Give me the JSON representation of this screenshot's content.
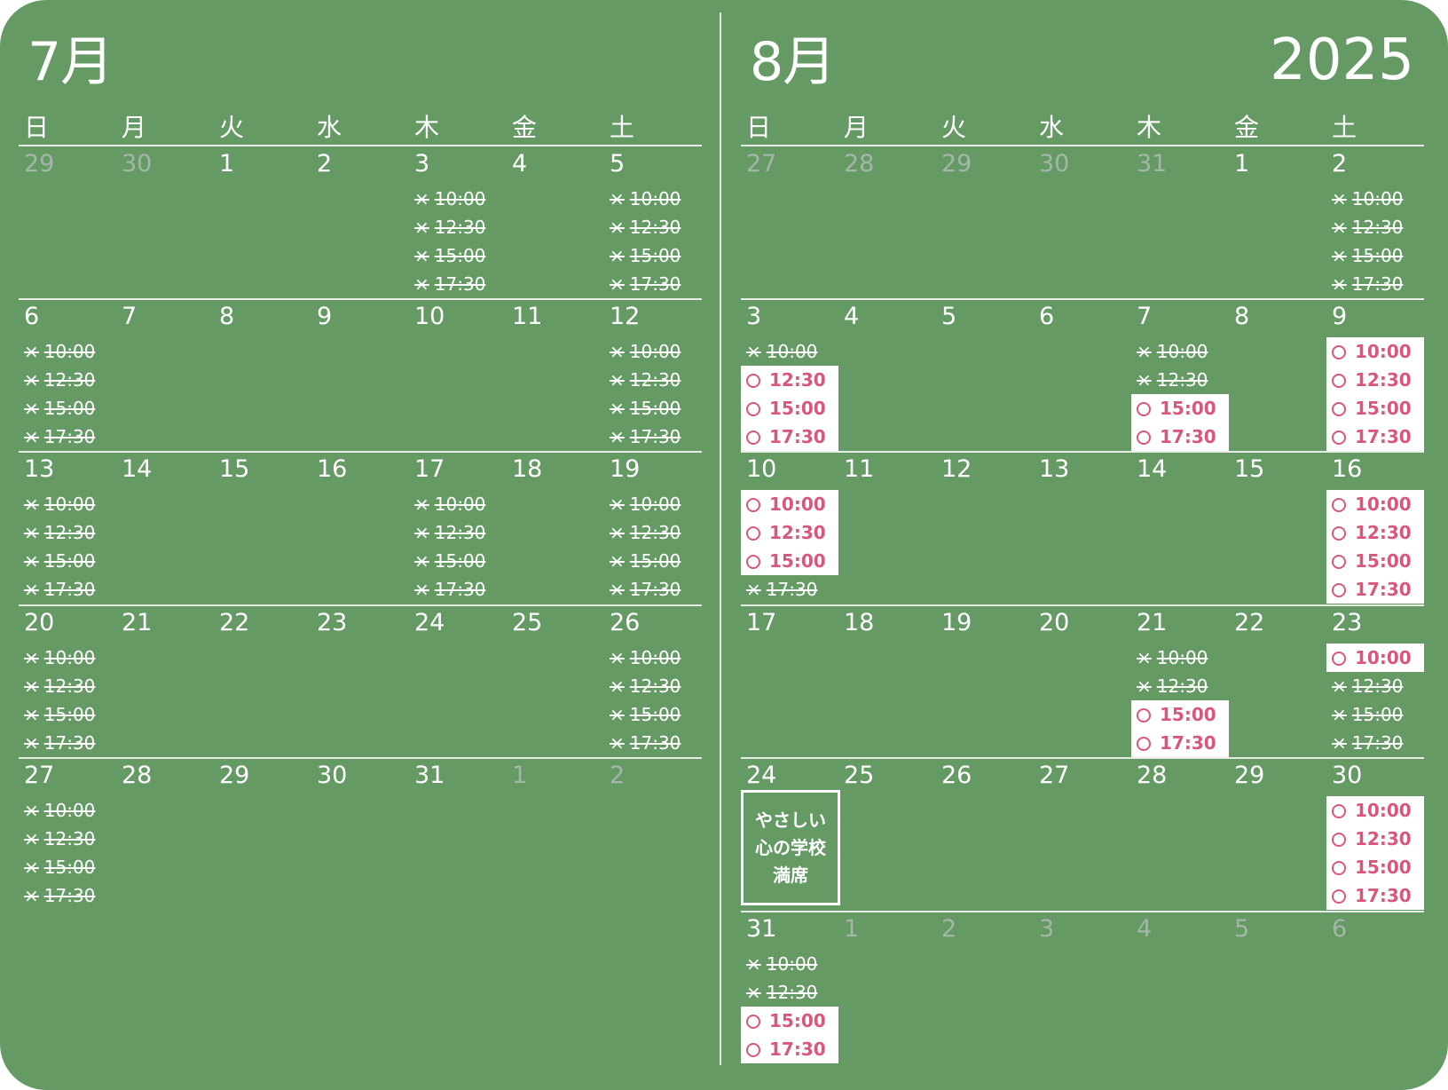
{
  "year": "2025",
  "weekdays": [
    "日",
    "月",
    "火",
    "水",
    "木",
    "金",
    "土"
  ],
  "months": [
    {
      "title": "7月",
      "weeks": [
        [
          {
            "day": "29",
            "other": true
          },
          {
            "day": "30",
            "other": true
          },
          {
            "day": "1"
          },
          {
            "day": "2"
          },
          {
            "day": "3",
            "slots": [
              {
                "t": "10:00",
                "s": "full"
              },
              {
                "t": "12:30",
                "s": "full"
              },
              {
                "t": "15:00",
                "s": "full"
              },
              {
                "t": "17:30",
                "s": "full"
              }
            ]
          },
          {
            "day": "4"
          },
          {
            "day": "5",
            "slots": [
              {
                "t": "10:00",
                "s": "full"
              },
              {
                "t": "12:30",
                "s": "full"
              },
              {
                "t": "15:00",
                "s": "full"
              },
              {
                "t": "17:30",
                "s": "full"
              }
            ]
          }
        ],
        [
          {
            "day": "6",
            "slots": [
              {
                "t": "10:00",
                "s": "full"
              },
              {
                "t": "12:30",
                "s": "full"
              },
              {
                "t": "15:00",
                "s": "full"
              },
              {
                "t": "17:30",
                "s": "full"
              }
            ]
          },
          {
            "day": "7"
          },
          {
            "day": "8"
          },
          {
            "day": "9"
          },
          {
            "day": "10"
          },
          {
            "day": "11"
          },
          {
            "day": "12",
            "slots": [
              {
                "t": "10:00",
                "s": "full"
              },
              {
                "t": "12:30",
                "s": "full"
              },
              {
                "t": "15:00",
                "s": "full"
              },
              {
                "t": "17:30",
                "s": "full"
              }
            ]
          }
        ],
        [
          {
            "day": "13",
            "slots": [
              {
                "t": "10:00",
                "s": "full"
              },
              {
                "t": "12:30",
                "s": "full"
              },
              {
                "t": "15:00",
                "s": "full"
              },
              {
                "t": "17:30",
                "s": "full"
              }
            ]
          },
          {
            "day": "14"
          },
          {
            "day": "15"
          },
          {
            "day": "16"
          },
          {
            "day": "17",
            "slots": [
              {
                "t": "10:00",
                "s": "full"
              },
              {
                "t": "12:30",
                "s": "full"
              },
              {
                "t": "15:00",
                "s": "full"
              },
              {
                "t": "17:30",
                "s": "full"
              }
            ]
          },
          {
            "day": "18"
          },
          {
            "day": "19",
            "slots": [
              {
                "t": "10:00",
                "s": "full"
              },
              {
                "t": "12:30",
                "s": "full"
              },
              {
                "t": "15:00",
                "s": "full"
              },
              {
                "t": "17:30",
                "s": "full"
              }
            ]
          }
        ],
        [
          {
            "day": "20",
            "slots": [
              {
                "t": "10:00",
                "s": "full"
              },
              {
                "t": "12:30",
                "s": "full"
              },
              {
                "t": "15:00",
                "s": "full"
              },
              {
                "t": "17:30",
                "s": "full"
              }
            ]
          },
          {
            "day": "21"
          },
          {
            "day": "22"
          },
          {
            "day": "23"
          },
          {
            "day": "24"
          },
          {
            "day": "25"
          },
          {
            "day": "26",
            "slots": [
              {
                "t": "10:00",
                "s": "full"
              },
              {
                "t": "12:30",
                "s": "full"
              },
              {
                "t": "15:00",
                "s": "full"
              },
              {
                "t": "17:30",
                "s": "full"
              }
            ]
          }
        ],
        [
          {
            "day": "27",
            "slots": [
              {
                "t": "10:00",
                "s": "full"
              },
              {
                "t": "12:30",
                "s": "full"
              },
              {
                "t": "15:00",
                "s": "full"
              },
              {
                "t": "17:30",
                "s": "full"
              }
            ]
          },
          {
            "day": "28"
          },
          {
            "day": "29"
          },
          {
            "day": "30"
          },
          {
            "day": "31"
          },
          {
            "day": "1",
            "other": true
          },
          {
            "day": "2",
            "other": true
          }
        ]
      ]
    },
    {
      "title": "8月",
      "weeks": [
        [
          {
            "day": "27",
            "other": true
          },
          {
            "day": "28",
            "other": true
          },
          {
            "day": "29",
            "other": true
          },
          {
            "day": "30",
            "other": true
          },
          {
            "day": "31",
            "other": true
          },
          {
            "day": "1"
          },
          {
            "day": "2",
            "slots": [
              {
                "t": "10:00",
                "s": "full"
              },
              {
                "t": "12:30",
                "s": "full"
              },
              {
                "t": "15:00",
                "s": "full"
              },
              {
                "t": "17:30",
                "s": "full"
              }
            ]
          }
        ],
        [
          {
            "day": "3",
            "slots": [
              {
                "t": "10:00",
                "s": "full"
              },
              {
                "t": "12:30",
                "s": "open"
              },
              {
                "t": "15:00",
                "s": "open"
              },
              {
                "t": "17:30",
                "s": "open"
              }
            ]
          },
          {
            "day": "4"
          },
          {
            "day": "5"
          },
          {
            "day": "6"
          },
          {
            "day": "7",
            "slots": [
              {
                "t": "10:00",
                "s": "full"
              },
              {
                "t": "12:30",
                "s": "full"
              },
              {
                "t": "15:00",
                "s": "open"
              },
              {
                "t": "17:30",
                "s": "open"
              }
            ]
          },
          {
            "day": "8"
          },
          {
            "day": "9",
            "slots": [
              {
                "t": "10:00",
                "s": "open"
              },
              {
                "t": "12:30",
                "s": "open"
              },
              {
                "t": "15:00",
                "s": "open"
              },
              {
                "t": "17:30",
                "s": "open"
              }
            ]
          }
        ],
        [
          {
            "day": "10",
            "slots": [
              {
                "t": "10:00",
                "s": "open"
              },
              {
                "t": "12:30",
                "s": "open"
              },
              {
                "t": "15:00",
                "s": "open"
              },
              {
                "t": "17:30",
                "s": "full"
              }
            ]
          },
          {
            "day": "11"
          },
          {
            "day": "12"
          },
          {
            "day": "13"
          },
          {
            "day": "14"
          },
          {
            "day": "15"
          },
          {
            "day": "16",
            "slots": [
              {
                "t": "10:00",
                "s": "open"
              },
              {
                "t": "12:30",
                "s": "open"
              },
              {
                "t": "15:00",
                "s": "open"
              },
              {
                "t": "17:30",
                "s": "open"
              }
            ]
          }
        ],
        [
          {
            "day": "17"
          },
          {
            "day": "18"
          },
          {
            "day": "19"
          },
          {
            "day": "20"
          },
          {
            "day": "21",
            "slots": [
              {
                "t": "10:00",
                "s": "full"
              },
              {
                "t": "12:30",
                "s": "full"
              },
              {
                "t": "15:00",
                "s": "open"
              },
              {
                "t": "17:30",
                "s": "open"
              }
            ]
          },
          {
            "day": "22"
          },
          {
            "day": "23",
            "slots": [
              {
                "t": "10:00",
                "s": "open"
              },
              {
                "t": "12:30",
                "s": "full"
              },
              {
                "t": "15:00",
                "s": "full"
              },
              {
                "t": "17:30",
                "s": "full"
              }
            ]
          }
        ],
        [
          {
            "day": "24",
            "event": "やさしい\n心の学校\n満席"
          },
          {
            "day": "25"
          },
          {
            "day": "26"
          },
          {
            "day": "27"
          },
          {
            "day": "28"
          },
          {
            "day": "29"
          },
          {
            "day": "30",
            "slots": [
              {
                "t": "10:00",
                "s": "open"
              },
              {
                "t": "12:30",
                "s": "open"
              },
              {
                "t": "15:00",
                "s": "open"
              },
              {
                "t": "17:30",
                "s": "open"
              }
            ]
          }
        ],
        [
          {
            "day": "31",
            "slots": [
              {
                "t": "10:00",
                "s": "full"
              },
              {
                "t": "12:30",
                "s": "full"
              },
              {
                "t": "15:00",
                "s": "open"
              },
              {
                "t": "17:30",
                "s": "open"
              }
            ]
          },
          {
            "day": "1",
            "other": true
          },
          {
            "day": "2",
            "other": true
          },
          {
            "day": "3",
            "other": true
          },
          {
            "day": "4",
            "other": true
          },
          {
            "day": "5",
            "other": true
          },
          {
            "day": "6",
            "other": true
          }
        ]
      ]
    }
  ],
  "marks": {
    "full": "×",
    "open": ""
  },
  "colors": {
    "background": "#659a65",
    "open_text": "#d9577a",
    "other_month_text": "#a4b6a8"
  }
}
